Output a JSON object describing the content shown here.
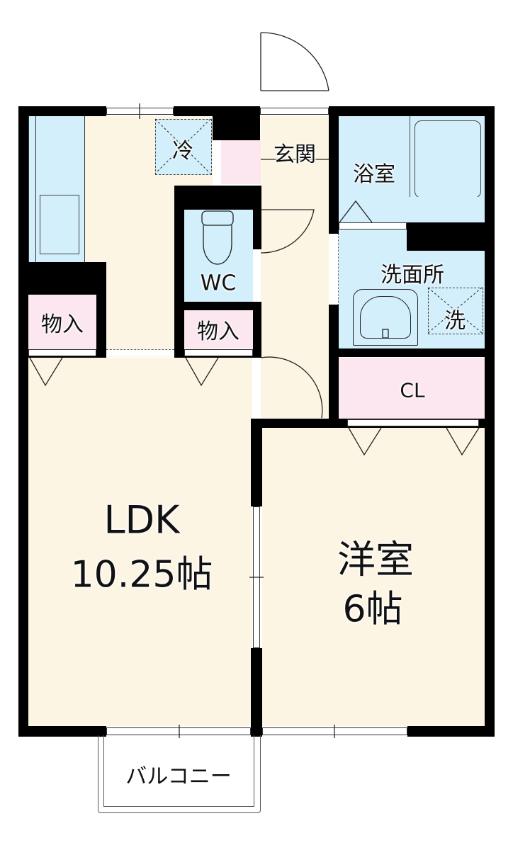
{
  "floor_plan": {
    "rooms": {
      "ldk": {
        "name": "LDK",
        "size": "10.25帖"
      },
      "western": {
        "name": "洋室",
        "size": "6帖"
      },
      "entrance": {
        "name": "玄関"
      },
      "bathroom": {
        "name": "浴室"
      },
      "washroom": {
        "name": "洗面所"
      },
      "toilet": {
        "name": "WC"
      },
      "closet": {
        "name": "CL"
      },
      "storage_left": {
        "name": "物入"
      },
      "storage_mid": {
        "name": "物入"
      },
      "balcony": {
        "name": "バルコニー"
      }
    },
    "fixtures": {
      "fridge": {
        "label": "冷"
      },
      "washer": {
        "label": "洗"
      }
    },
    "colors": {
      "wall": "#000000",
      "living_floor": "#fdf5e3",
      "wet_area": "#d2effb",
      "storage": "#fce6ef"
    }
  }
}
